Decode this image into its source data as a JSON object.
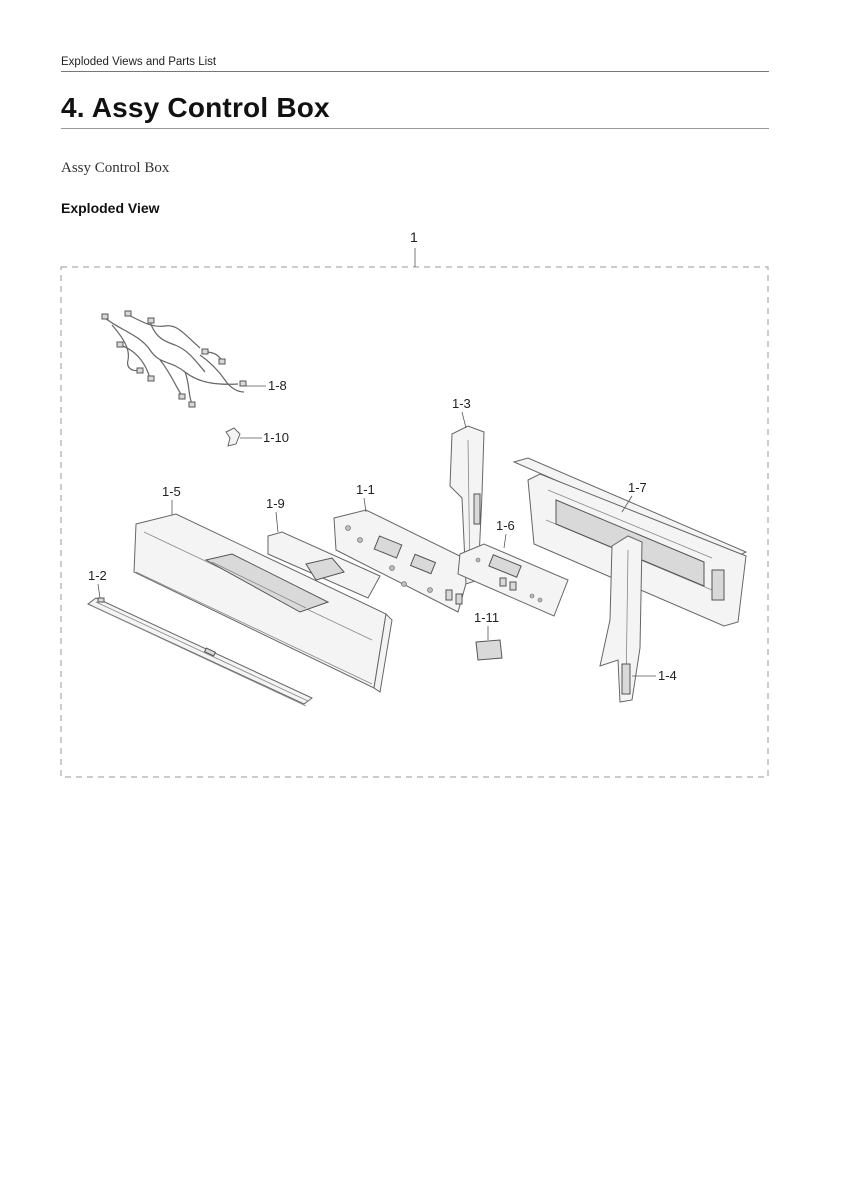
{
  "header": {
    "running_title": "Exploded Views and Parts List"
  },
  "section": {
    "title": "4.  Assy Control Box",
    "subtitle": "Assy Control Box"
  },
  "exploded_view": {
    "heading": "Exploded View",
    "assembly_label": "1",
    "parts": [
      {
        "id": "1-1"
      },
      {
        "id": "1-2"
      },
      {
        "id": "1-3"
      },
      {
        "id": "1-4"
      },
      {
        "id": "1-5"
      },
      {
        "id": "1-6"
      },
      {
        "id": "1-7"
      },
      {
        "id": "1-8"
      },
      {
        "id": "1-9"
      },
      {
        "id": "1-10"
      },
      {
        "id": "1-11"
      }
    ]
  }
}
